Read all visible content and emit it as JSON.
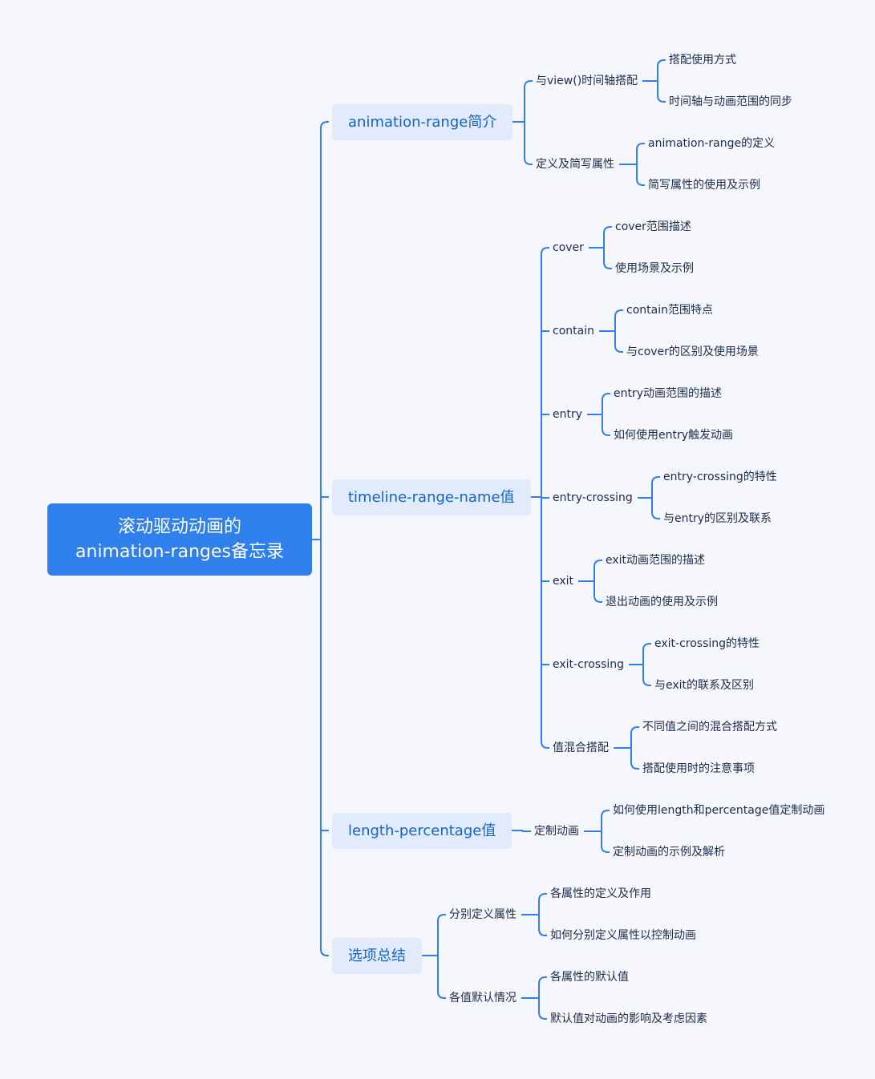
{
  "root": {
    "line1": "滚动驱动动画的",
    "line2": "animation-ranges备忘录"
  },
  "branches": [
    {
      "label": "animation-range简介",
      "children": [
        {
          "label": "与view()时间轴搭配",
          "children": [
            "搭配使用方式",
            "时间轴与动画范围的同步"
          ]
        },
        {
          "label": "定义及简写属性",
          "children": [
            "animation-range的定义",
            "简写属性的使用及示例"
          ]
        }
      ]
    },
    {
      "label": "timeline-range-name值",
      "children": [
        {
          "label": "cover",
          "children": [
            "cover范围描述",
            "使用场景及示例"
          ]
        },
        {
          "label": "contain",
          "children": [
            "contain范围特点",
            "与cover的区别及使用场景"
          ]
        },
        {
          "label": "entry",
          "children": [
            "entry动画范围的描述",
            "如何使用entry触发动画"
          ]
        },
        {
          "label": "entry-crossing",
          "children": [
            "entry-crossing的特性",
            "与entry的区别及联系"
          ]
        },
        {
          "label": "exit",
          "children": [
            "exit动画范围的描述",
            "退出动画的使用及示例"
          ]
        },
        {
          "label": "exit-crossing",
          "children": [
            "exit-crossing的特性",
            "与exit的联系及区别"
          ]
        },
        {
          "label": "值混合搭配",
          "children": [
            "不同值之间的混合搭配方式",
            "搭配使用时的注意事项"
          ]
        }
      ]
    },
    {
      "label": "length-percentage值",
      "children": [
        {
          "label": "定制动画",
          "children": [
            "如何使用length和percentage值定制动画",
            "定制动画的示例及解析"
          ]
        }
      ]
    },
    {
      "label": "选项总结",
      "children": [
        {
          "label": "分别定义属性",
          "children": [
            "各属性的定义及作用",
            "如何分别定义属性以控制动画"
          ]
        },
        {
          "label": "各值默认情况",
          "children": [
            "各属性的默认值",
            "默认值对动画的影响及考虑因素"
          ]
        }
      ]
    }
  ],
  "colors": {
    "background": "#f5f7fc",
    "root": "#2f80ed",
    "branch_box": "#e1ebfc",
    "branch_text": "#1763c4",
    "line": "#2f80ed",
    "leaf_text": "#1b2b4a"
  }
}
